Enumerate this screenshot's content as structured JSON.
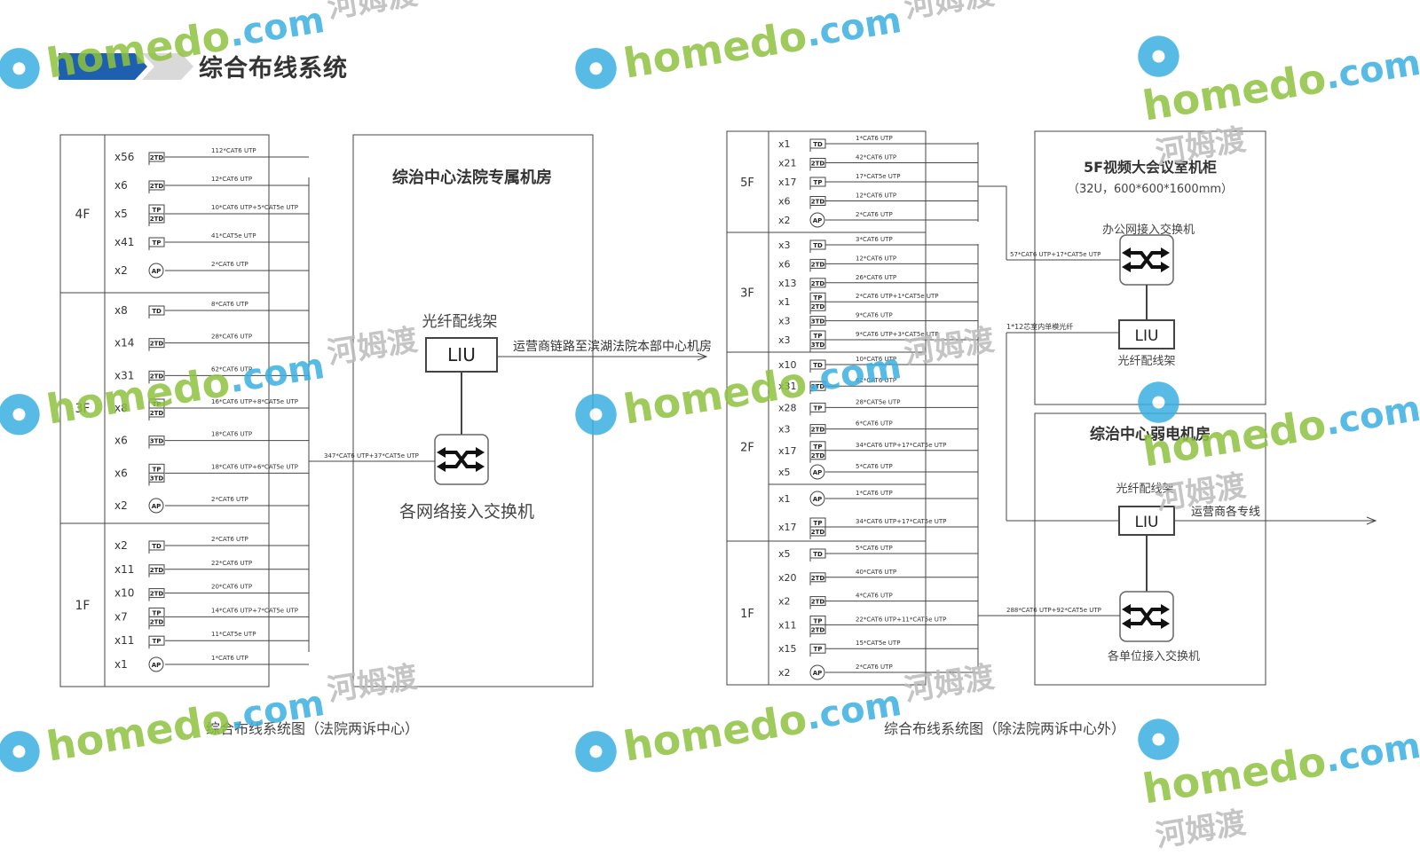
{
  "title": "综合布线系统",
  "watermark": {
    "brand": "homedo",
    "domain": ".com",
    "cn": "河姆渡",
    "color": "#8ec23f",
    "flower_color": "#3ab0e2"
  },
  "colors": {
    "accent_blue": "#1f5fb0",
    "accent_gray": "#d9d9d9",
    "line": "#444444"
  },
  "left": {
    "caption": "综合布线系统图（法院两诉中心）",
    "room_title": "综治中心法院专属机房",
    "liu_label": "光纤配线架",
    "liu_text": "LIU",
    "link_text": "运营商链路至滨湖法院本部中心机房",
    "switch_label": "各网络接入交换机",
    "trunk_cable": "347*CAT6 UTP+37*CAT5e UTP",
    "floors": [
      {
        "name": "4F",
        "rows": [
          {
            "qty": "x56",
            "icon": [
              "2TD"
            ],
            "cable": "112*CAT6 UTP"
          },
          {
            "qty": "x6",
            "icon": [
              "2TD"
            ],
            "cable": "12*CAT6 UTP"
          },
          {
            "qty": "x5",
            "icon": [
              "TP",
              "2TD"
            ],
            "cable": "10*CAT6 UTP+5*CAT5e UTP"
          },
          {
            "qty": "x41",
            "icon": [
              "TP"
            ],
            "cable": "41*CAT5e UTP"
          },
          {
            "qty": "x2",
            "icon": [
              "AP"
            ],
            "cable": "2*CAT6 UTP"
          }
        ]
      },
      {
        "name": "3F",
        "rows": [
          {
            "qty": "x8",
            "icon": [
              "TD"
            ],
            "cable": "8*CAT6 UTP"
          },
          {
            "qty": "x14",
            "icon": [
              "2TD"
            ],
            "cable": "28*CAT6 UTP"
          },
          {
            "qty": "x31",
            "icon": [
              "2TD"
            ],
            "cable": "62*CAT6 UTP"
          },
          {
            "qty": "x8",
            "icon": [
              "TP",
              "2TD"
            ],
            "cable": "16*CAT6 UTP+8*CAT5e UTP"
          },
          {
            "qty": "x6",
            "icon": [
              "3TD"
            ],
            "cable": "18*CAT6 UTP"
          },
          {
            "qty": "x6",
            "icon": [
              "TP",
              "3TD"
            ],
            "cable": "18*CAT6 UTP+6*CAT5e UTP"
          },
          {
            "qty": "x2",
            "icon": [
              "AP"
            ],
            "cable": "2*CAT6 UTP"
          }
        ]
      },
      {
        "name": "1F",
        "rows": [
          {
            "qty": "x2",
            "icon": [
              "TD"
            ],
            "cable": "2*CAT6 UTP"
          },
          {
            "qty": "x11",
            "icon": [
              "2TD"
            ],
            "cable": "22*CAT6 UTP"
          },
          {
            "qty": "x10",
            "icon": [
              "2TD"
            ],
            "cable": "20*CAT6 UTP"
          },
          {
            "qty": "x7",
            "icon": [
              "TP",
              "2TD"
            ],
            "cable": "14*CAT6 UTP+7*CAT5e UTP"
          },
          {
            "qty": "x11",
            "icon": [
              "TP"
            ],
            "cable": "11*CAT5e UTP"
          },
          {
            "qty": "x1",
            "icon": [
              "AP"
            ],
            "cable": "1*CAT6 UTP"
          }
        ]
      }
    ]
  },
  "right": {
    "caption": "综合布线系统图（除法院两诉中心外）",
    "top_room": {
      "title": "5F视频大会议室机柜",
      "subtitle": "（32U，600*600*1600mm）",
      "switch_label": "办公网接入交换机",
      "liu_text": "LIU",
      "liu_label": "光纤配线架"
    },
    "bottom_room": {
      "title": "综治中心弱电机房",
      "liu_label": "光纤配线架",
      "liu_text": "LIU",
      "carrier": "运营商各专线",
      "switch_label": "各单位接入交换机"
    },
    "link_5f": "57*CAT6 UTP+17*CAT5e UTP",
    "fiber_link": "1*12芯室内单模光纤",
    "trunk_cable": "288*CAT6 UTP+92*CAT5e UTP",
    "floors": [
      {
        "name": "5F",
        "rows": [
          {
            "qty": "x1",
            "icon": [
              "TD"
            ],
            "cable": "1*CAT6 UTP"
          },
          {
            "qty": "x21",
            "icon": [
              "2TD"
            ],
            "cable": "42*CAT6 UTP"
          },
          {
            "qty": "x17",
            "icon": [
              "TP"
            ],
            "cable": "17*CAT5e UTP"
          },
          {
            "qty": "x6",
            "icon": [
              "2TD"
            ],
            "cable": "12*CAT6 UTP"
          },
          {
            "qty": "x2",
            "icon": [
              "AP"
            ],
            "cable": "2*CAT6 UTP"
          }
        ]
      },
      {
        "name": "3F",
        "rows": [
          {
            "qty": "x3",
            "icon": [
              "TD"
            ],
            "cable": "3*CAT6 UTP"
          },
          {
            "qty": "x6",
            "icon": [
              "2TD"
            ],
            "cable": "12*CAT6 UTP"
          },
          {
            "qty": "x13",
            "icon": [
              "2TD"
            ],
            "cable": "26*CAT6 UTP"
          },
          {
            "qty": "x1",
            "icon": [
              "TP",
              "2TD"
            ],
            "cable": "2*CAT6 UTP+1*CAT5e UTP"
          },
          {
            "qty": "x3",
            "icon": [
              "3TD"
            ],
            "cable": "9*CAT6 UTP"
          },
          {
            "qty": "x3",
            "icon": [
              "TP",
              "3TD"
            ],
            "cable": "9*CAT6 UTP+3*CAT5e UTP"
          }
        ]
      },
      {
        "name": "2F",
        "rows": [
          {
            "qty": "x10",
            "icon": [
              "TD"
            ],
            "cable": "10*CAT6 UTP"
          },
          {
            "qty": "x31",
            "icon": [
              "2TD"
            ],
            "cable": "62*CAT6 UTP"
          },
          {
            "qty": "x28",
            "icon": [
              "TP"
            ],
            "cable": "28*CAT5e UTP"
          },
          {
            "qty": "x3",
            "icon": [
              "2TD"
            ],
            "cable": "6*CAT6 UTP"
          },
          {
            "qty": "x17",
            "icon": [
              "TP",
              "2TD"
            ],
            "cable": "34*CAT6 UTP+17*CAT5e UTP"
          },
          {
            "qty": "x5",
            "icon": [
              "AP"
            ],
            "cable": "5*CAT6 UTP"
          }
        ]
      },
      {
        "name": "",
        "rows": [
          {
            "qty": "x1",
            "icon": [
              "AP"
            ],
            "cable": "1*CAT6 UTP"
          },
          {
            "qty": "x17",
            "icon": [
              "TP",
              "2TD"
            ],
            "cable": "34*CAT6 UTP+17*CAT5e UTP"
          }
        ]
      },
      {
        "name": "1F",
        "rows": [
          {
            "qty": "x5",
            "icon": [
              "TD"
            ],
            "cable": "5*CAT6 UTP"
          },
          {
            "qty": "x20",
            "icon": [
              "2TD"
            ],
            "cable": "40*CAT6 UTP"
          },
          {
            "qty": "x2",
            "icon": [
              "2TD"
            ],
            "cable": "4*CAT6 UTP"
          },
          {
            "qty": "x11",
            "icon": [
              "TP",
              "2TD"
            ],
            "cable": "22*CAT6 UTP+11*CAT5e UTP"
          },
          {
            "qty": "x15",
            "icon": [
              "TP"
            ],
            "cable": "15*CAT5e UTP"
          },
          {
            "qty": "x2",
            "icon": [
              "AP"
            ],
            "cable": "2*CAT6 UTP"
          }
        ]
      }
    ]
  }
}
